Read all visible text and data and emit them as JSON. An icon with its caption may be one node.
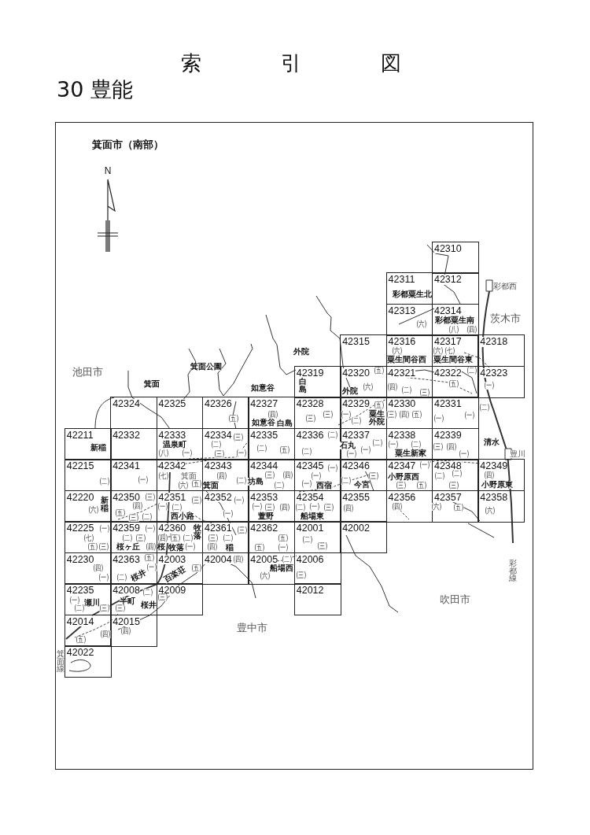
{
  "diagram": {
    "title": "索引図",
    "nodes": [
      {
        "text": [
          "42310"
        ]
      },
      {
        "text": [
          "42311"
        ]
      },
      {
        "text": [
          "42312"
        ]
      },
      {
        "text": [
          "42313"
        ]
      },
      {
        "text": [
          "42314"
        ]
      },
      {
        "text": [
          "42315"
        ]
      },
      {
        "text": [
          "42316"
        ]
      },
      {
        "text": [
          "42317"
        ]
      },
      {
        "text": [
          "42318"
        ]
      },
      {
        "text": [
          "42319"
        ]
      },
      {
        "text": [
          "42320"
        ]
      },
      {
        "text": [
          "42321"
        ]
      },
      {
        "text": [
          "42322"
        ]
      },
      {
        "text": [
          "42323"
        ]
      },
      {
        "text": [
          "42324"
        ]
      },
      {
        "text": [
          "42325"
        ]
      },
      {
        "text": [
          "42326"
        ]
      },
      {
        "text": [
          "42327"
        ]
      },
      {
        "text": [
          "42328"
        ]
      },
      {
        "text": [
          "42329"
        ]
      },
      {
        "text": [
          "42330"
        ]
      },
      {
        "text": [
          "42331"
        ]
      },
      {
        "text": [
          "42211"
        ]
      },
      {
        "text": [
          "42332"
        ]
      },
      {
        "text": [
          "42333"
        ]
      },
      {
        "text": [
          "42334"
        ]
      },
      {
        "text": [
          "42335"
        ]
      },
      {
        "text": [
          "42336"
        ]
      },
      {
        "text": [
          "42337"
        ]
      },
      {
        "text": [
          "42338"
        ]
      },
      {
        "text": [
          "42339"
        ]
      },
      {
        "text": [
          "42215"
        ]
      },
      {
        "text": [
          "42341"
        ]
      },
      {
        "text": [
          "42342"
        ]
      },
      {
        "text": [
          "42343"
        ]
      },
      {
        "text": [
          "42344"
        ]
      },
      {
        "text": [
          "42345"
        ]
      },
      {
        "text": [
          "42346"
        ]
      },
      {
        "text": [
          "42347"
        ]
      },
      {
        "text": [
          "42348"
        ]
      },
      {
        "text": [
          "42349"
        ]
      },
      {
        "text": [
          "42220"
        ]
      },
      {
        "text": [
          "42350"
        ]
      },
      {
        "text": [
          "42351"
        ]
      },
      {
        "text": [
          "42352"
        ]
      },
      {
        "text": [
          "42353"
        ]
      },
      {
        "text": [
          "42354"
        ]
      },
      {
        "text": [
          "42355"
        ]
      },
      {
        "text": [
          "42356"
        ]
      },
      {
        "text": [
          "42357"
        ]
      },
      {
        "text": [
          "42358"
        ]
      },
      {
        "text": [
          "42225"
        ]
      },
      {
        "text": [
          "42359"
        ]
      },
      {
        "text": [
          "42360"
        ]
      },
      {
        "text": [
          "42361"
        ]
      },
      {
        "text": [
          "42362"
        ]
      },
      {
        "text": [
          "42001"
        ]
      },
      {
        "text": [
          "42002"
        ]
      },
      {
        "text": [
          "42230"
        ]
      },
      {
        "text": [
          "42363"
        ]
      },
      {
        "text": [
          "42003"
        ]
      },
      {
        "text": [
          "42004"
        ]
      },
      {
        "text": [
          "42005"
        ]
      },
      {
        "text": [
          "42006"
        ]
      },
      {
        "text": [
          "42235"
        ]
      },
      {
        "text": [
          "42008"
        ]
      },
      {
        "text": [
          "42009"
        ]
      },
      {
        "text": [
          "42012"
        ]
      },
      {
        "text": [
          "42014"
        ]
      },
      {
        "text": [
          "42015"
        ]
      },
      {
        "text": [
          "42022"
        ]
      }
    ],
    "labels": [
      "30 豊能",
      "箕面市（南部）",
      "N",
      "彩都西",
      "彩都粟生北",
      "彩都粟生南",
      "茨木市",
      "(六)",
      "(四)",
      "(八)",
      "(六)",
      "(六)",
      "(七)",
      "外院",
      "粟生間谷西",
      "粟生間谷東",
      "箕面公園",
      "池田市",
      "(五)",
      "(二)",
      "(五)",
      "箕面",
      "(一)",
      "白島",
      "(六)",
      "(四)",
      "如意谷",
      "外院",
      "(三)",
      "(二)",
      "(五)",
      "(二)",
      "(一)",
      "(四)",
      "(三)",
      "粟生外院",
      "(三)",
      "(四)",
      "(五)",
      "(一)",
      "(五)",
      "(三)",
      "(一)",
      "(二)",
      "如意谷",
      "白島",
      "(二)",
      "(三)",
      "温泉町",
      "(二)",
      "清水",
      "(二)",
      "(一)",
      "(二)",
      "石丸",
      "(一)",
      "(三)",
      "(四)",
      "新稲",
      "(二)",
      "(五)",
      "(一)",
      "粟生新家",
      "(二)",
      "(八)",
      "(一)",
      "豊川",
      "(三)",
      "(一)",
      "(一)",
      "(一)",
      "(一)",
      "(三)",
      "(一)",
      "(七)",
      "箕面",
      "(二)",
      "(四)",
      "(四)",
      "(三)",
      "(四)",
      "小野原西",
      "(二)",
      "坊島",
      "(一)",
      "(二)",
      "(一)",
      "(二)",
      "(二)",
      "小野原東",
      "箕面",
      "(五)",
      "今宮",
      "(三)",
      "(三)",
      "(六)",
      "西宿",
      "(五)",
      "(二)",
      "(三)",
      "(三)",
      "(一)",
      "(一)",
      "(一)",
      "新稲",
      "(四)",
      "(三)",
      "(六)",
      "(二)",
      "(四)",
      "(三)",
      "(四)",
      "(五)",
      "(四)",
      "(六)",
      "(二)",
      "(一)",
      "(六)",
      "(五)",
      "(一)",
      "(二)",
      "船場東",
      "(三)",
      "西小路",
      "萱野",
      "(一)",
      "(三)",
      "(一)",
      "牧落",
      "(五)",
      "(三)",
      "(七)",
      "(四)",
      "(三)",
      "(二)",
      "(五)",
      "(二)",
      "(二)",
      "(四)",
      "(五)",
      "(三)",
      "稲",
      "牧落",
      "(一)",
      "(三)",
      "桜",
      "(四)",
      "桜ヶ丘",
      "(一)",
      "(五)",
      "(二)",
      "(五)",
      "(四)",
      "(二)",
      "(四)",
      "(五)",
      "船場西",
      "(一)",
      "(三)",
      "百楽荘",
      "(六)",
      "桜井",
      "(一)",
      "(二)",
      "(二)",
      "(三)",
      "吹田市",
      "(一)",
      "半町",
      "瀬川",
      "桜井",
      "(三)",
      "(二)",
      "(三)",
      "豊中市",
      "(四)",
      "(四)",
      "(五)",
      "箕面線",
      "彩都線"
    ]
  }
}
